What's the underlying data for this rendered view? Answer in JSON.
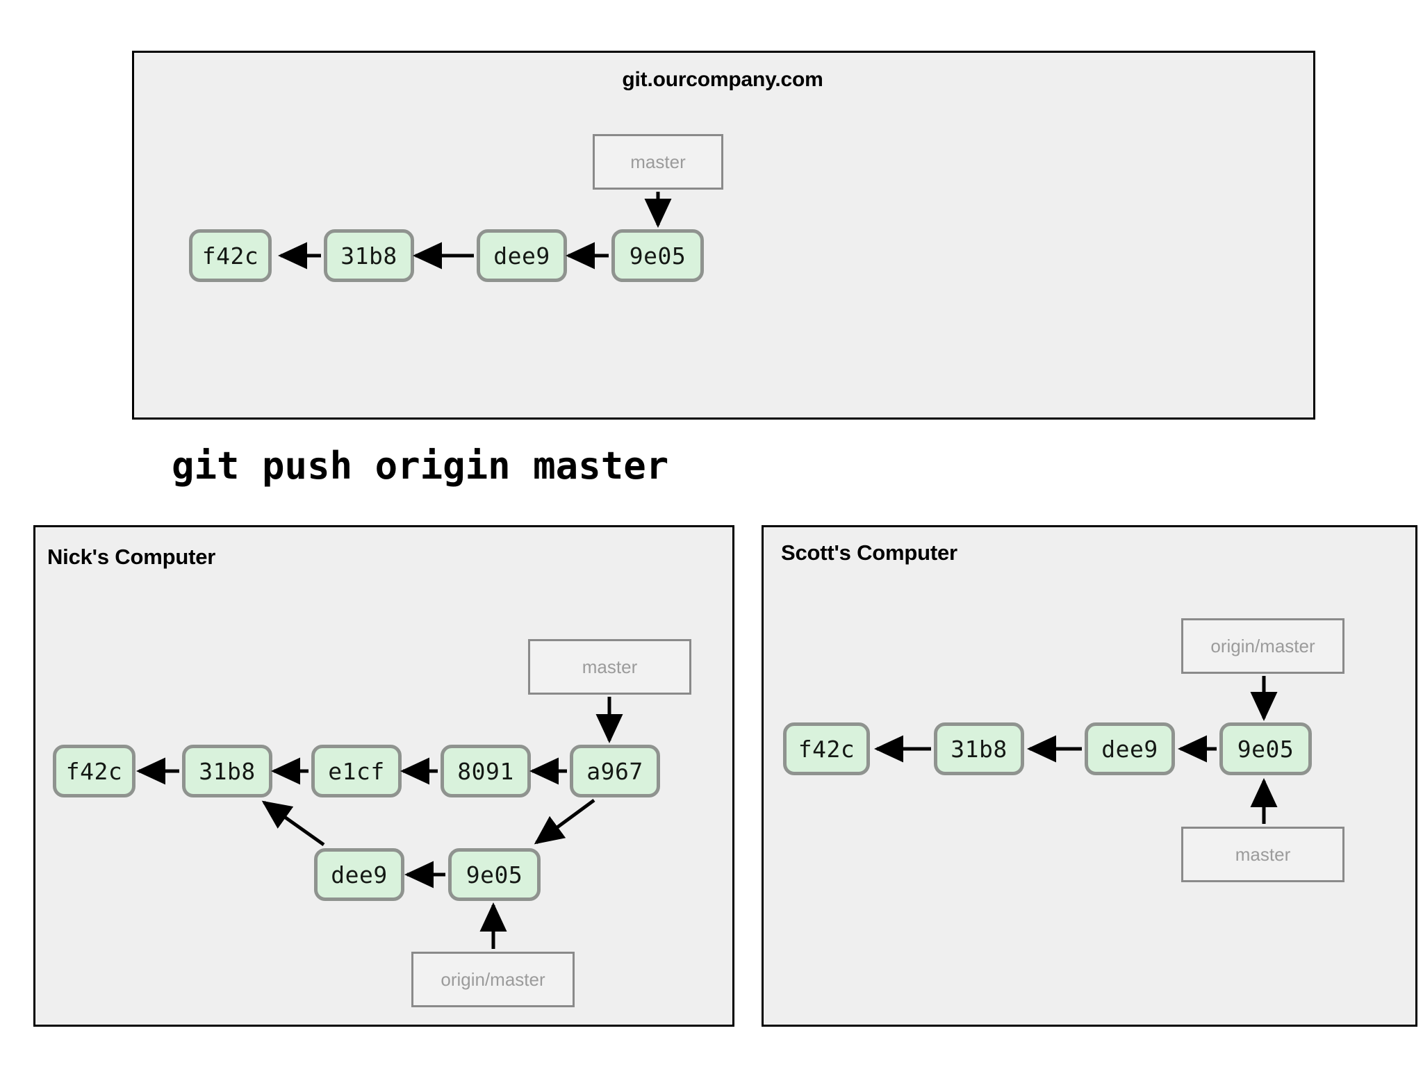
{
  "diagram": {
    "type": "git-branching-diagram",
    "caption": "git push origin master",
    "colors": {
      "panel_fill": "#efefef",
      "panel_border": "#000000",
      "commit_fill": "#d9f2dc",
      "commit_border": "#8f938f",
      "ref_fill": "#f2f2f2",
      "ref_border": "#8a8a8a",
      "ref_text": "#9b9b9b",
      "arrow": "#000000",
      "page_background": "#ffffff"
    }
  },
  "server_panel": {
    "title": "git.ourcompany.com",
    "commits": [
      {
        "id": "f42c"
      },
      {
        "id": "31b8"
      },
      {
        "id": "dee9"
      },
      {
        "id": "9e05"
      }
    ],
    "refs": [
      {
        "name": "master",
        "points_to": "9e05"
      }
    ],
    "edges": [
      {
        "from": "31b8",
        "to": "f42c"
      },
      {
        "from": "dee9",
        "to": "31b8"
      },
      {
        "from": "9e05",
        "to": "dee9"
      }
    ]
  },
  "command_caption": "git push origin master",
  "nick_panel": {
    "title": "Nick's Computer",
    "commits": [
      {
        "id": "f42c"
      },
      {
        "id": "31b8"
      },
      {
        "id": "e1cf"
      },
      {
        "id": "8091"
      },
      {
        "id": "a967"
      },
      {
        "id": "dee9"
      },
      {
        "id": "9e05"
      }
    ],
    "refs": [
      {
        "name": "master",
        "points_to": "a967"
      },
      {
        "name": "origin/master",
        "points_to": "9e05"
      }
    ],
    "edges": [
      {
        "from": "31b8",
        "to": "f42c"
      },
      {
        "from": "e1cf",
        "to": "31b8"
      },
      {
        "from": "8091",
        "to": "e1cf"
      },
      {
        "from": "a967",
        "to": "8091"
      },
      {
        "from": "dee9",
        "to": "31b8"
      },
      {
        "from": "9e05",
        "to": "dee9"
      },
      {
        "from": "a967",
        "to": "9e05"
      }
    ]
  },
  "scott_panel": {
    "title": "Scott's Computer",
    "commits": [
      {
        "id": "f42c"
      },
      {
        "id": "31b8"
      },
      {
        "id": "dee9"
      },
      {
        "id": "9e05"
      }
    ],
    "refs": [
      {
        "name": "origin/master",
        "points_to": "9e05"
      },
      {
        "name": "master",
        "points_to": "9e05"
      }
    ],
    "edges": [
      {
        "from": "31b8",
        "to": "f42c"
      },
      {
        "from": "dee9",
        "to": "31b8"
      },
      {
        "from": "9e05",
        "to": "dee9"
      }
    ]
  }
}
